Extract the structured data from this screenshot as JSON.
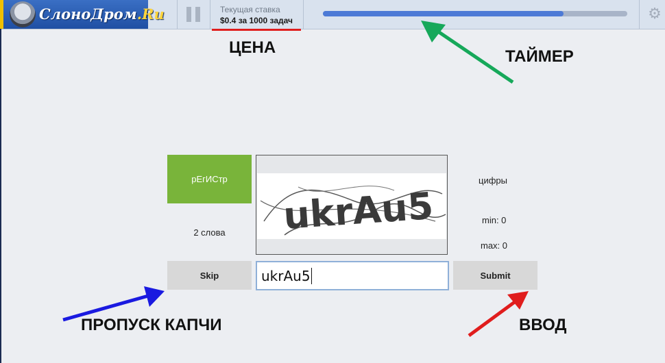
{
  "header": {
    "logo_text": "СлоноДром",
    "logo_suffix": ".Ru",
    "rate_label": "Текущая ставка",
    "rate_value": "$0.4 за 1000 задач",
    "timer_progress": 0.79
  },
  "task": {
    "hint_label": "рЕгИСтр",
    "words_label": "2 слова",
    "captcha_text": "ukrAu5",
    "digits_label": "цифры",
    "min_label": "min: 0",
    "max_label": "max: 0",
    "answer_value": "ukrAu5",
    "skip_label": "Skip",
    "submit_label": "Submit"
  },
  "annotations": {
    "price": "ЦЕНА",
    "timer": "ТАЙМЕР",
    "skip": "ПРОПУСК КАПЧИ",
    "input": "ВВОД"
  },
  "colors": {
    "hint_bg": "#79b43a",
    "timer_fill": "#4d7ad6",
    "arrow_green": "#16a85a",
    "arrow_blue": "#1a1ae0",
    "arrow_red": "#e01d1d"
  }
}
